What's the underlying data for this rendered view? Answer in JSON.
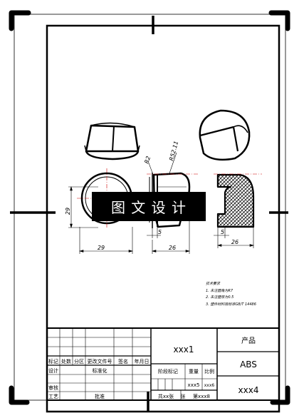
{
  "banner": {
    "text": "图 文 设 计"
  },
  "dimensions": {
    "d_height": "29",
    "d_width_front": "29",
    "d_width_side": "26",
    "d_width_section": "26",
    "d_small_side": "5",
    "d_small_section": "5",
    "d_r_small": "R2",
    "d_r_large": "R52.11"
  },
  "tech_notes": {
    "title": "技术要求",
    "line1": "1. 未注圆角为R7",
    "line2": "2. 未注壁厚为0.5",
    "line3": "3. 塑件材料按标准GB/T 14486"
  },
  "title_block": {
    "drawing_name": "xxx1",
    "product_label": "产品",
    "material": "ABS",
    "drawing_no": "xxx4",
    "h_mark": "标记",
    "h_count": "处数",
    "h_zone": "分区",
    "h_change_doc": "更改文件号",
    "h_signature": "签名",
    "h_date": "年月日",
    "h_design": "设计",
    "h_standardize": "标准化",
    "h_stage_mark": "阶段标记",
    "h_weight": "重量",
    "h_scale": "比例",
    "v_weight": "xxx5",
    "v_scale": "xxx6",
    "h_review": "审核",
    "h_process": "工艺",
    "h_approve": "批准",
    "sheets_total": "共xx张",
    "sheet_no": "第xxx8",
    "sheet_label": "张"
  }
}
